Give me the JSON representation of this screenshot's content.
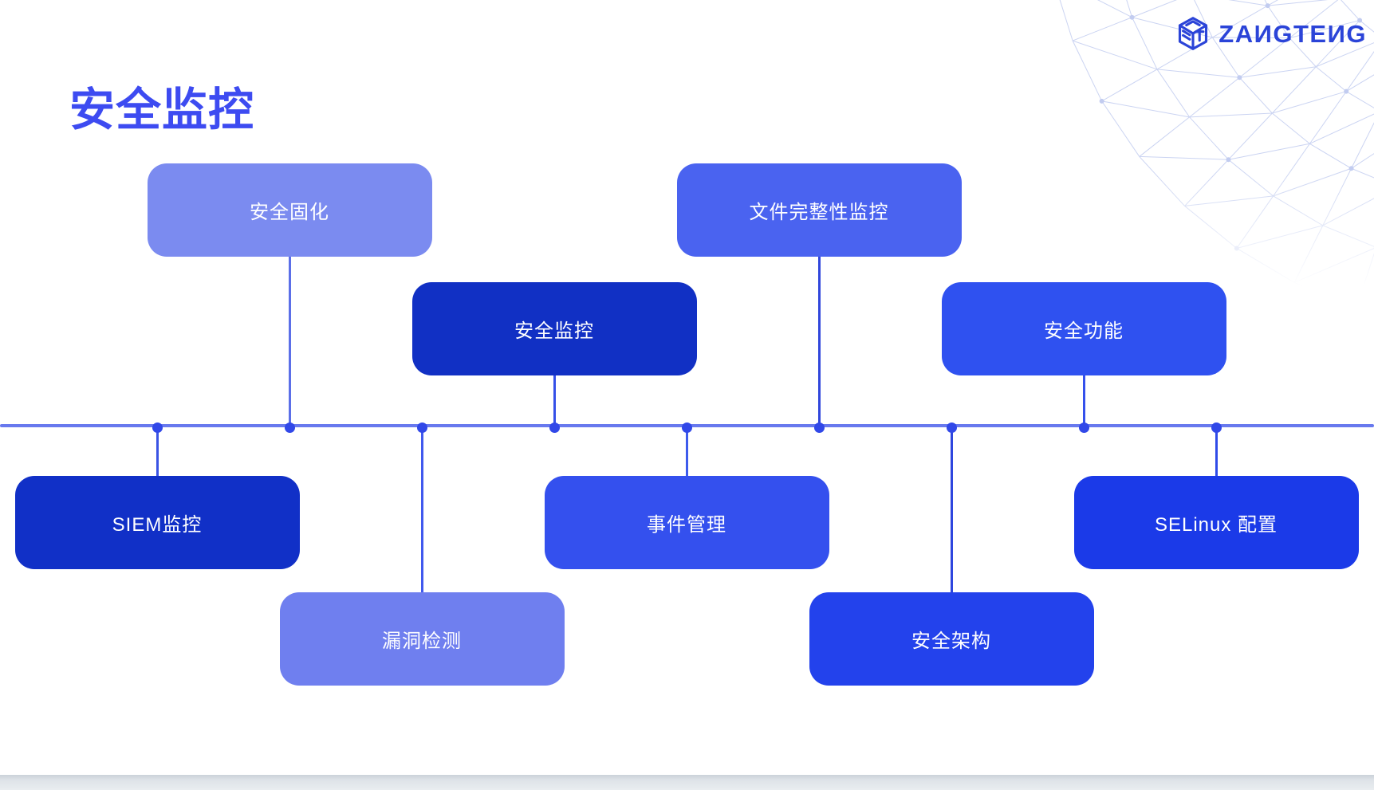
{
  "header": {
    "title": "安全监控",
    "title_color": "#3D4BF1"
  },
  "brand": {
    "name": "ZANGTENG",
    "display_text": "ZAИGTEИG",
    "color": "#2B44D8",
    "icon": "cube-logo-icon"
  },
  "diagram": {
    "type": "timeline-mindmap",
    "axis_color": "#6879EE",
    "dot_color": "#3148E8",
    "nodes": [
      {
        "label": "SIEM监控",
        "color": "#1130C7",
        "connector_color": "#3A53E4",
        "side": "below",
        "tier": "near"
      },
      {
        "label": "安全固化",
        "color": "#7B8BF0",
        "connector_color": "#5B6FE8",
        "side": "above",
        "tier": "far"
      },
      {
        "label": "漏洞检测",
        "color": "#6F7FEF",
        "connector_color": "#4159EE",
        "side": "below",
        "tier": "far"
      },
      {
        "label": "安全监控",
        "color": "#1130C4",
        "connector_color": "#3550E8",
        "side": "above",
        "tier": "near"
      },
      {
        "label": "事件管理",
        "color": "#3450EE",
        "connector_color": "#3D5BEC",
        "side": "below",
        "tier": "near"
      },
      {
        "label": "文件完整性监控",
        "color": "#4A63F0",
        "connector_color": "#3046DC",
        "side": "above",
        "tier": "far"
      },
      {
        "label": "安全架构",
        "color": "#2342EC",
        "connector_color": "#2E46DE",
        "side": "below",
        "tier": "far"
      },
      {
        "label": "安全功能",
        "color": "#2F51F0",
        "connector_color": "#3551EC",
        "side": "above",
        "tier": "near"
      },
      {
        "label": "SELinux 配置",
        "color": "#1B3AE8",
        "connector_color": "#2F4BE8",
        "side": "below",
        "tier": "near"
      }
    ]
  },
  "decoration": {
    "globe_mesh_line_color": "#CBD4F2",
    "globe_mesh_dot_color": "#C2CCF0",
    "footer_bar_color": "#E4E8EC"
  }
}
